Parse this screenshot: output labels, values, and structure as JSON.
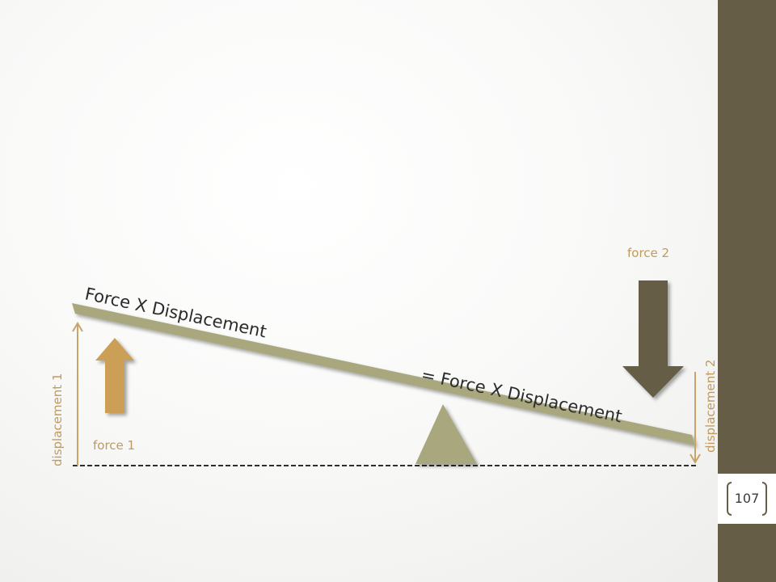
{
  "diagram": {
    "beam_label_left": "Force X Displacement",
    "beam_label_right": "=  Force X Displacement",
    "force1_label": "force 1",
    "force2_label": "force 2",
    "displacement1_label": "displacement 1",
    "displacement2_label": "displacement 2"
  },
  "slide": {
    "page_number": "107"
  },
  "colors": {
    "beam": "#a9a77e",
    "force1_arrow": "#cc9f57",
    "force2_arrow": "#655d45",
    "displacement_line": "#c9a46a",
    "label_tan": "#c09a5e",
    "sidebar": "#655d45"
  }
}
